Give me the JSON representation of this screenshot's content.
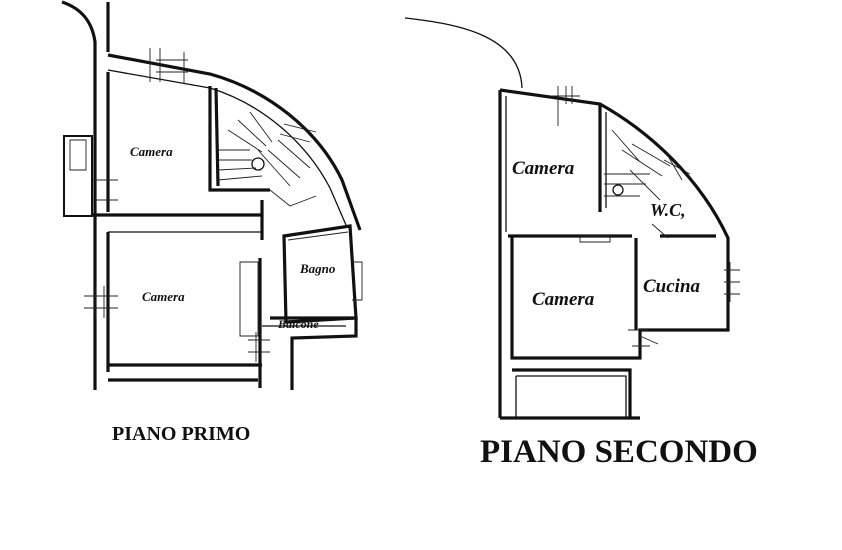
{
  "floor_primo": {
    "title": "PIANO PRIMO",
    "rooms": {
      "camera_top": "Camera",
      "camera_bottom": "Camera",
      "bagno": "Bagno",
      "balcone": "Balcone"
    }
  },
  "floor_secondo": {
    "title": "PIANO SECONDO",
    "rooms": {
      "camera_top": "Camera",
      "camera_bottom": "Camera",
      "wc": "W.C,",
      "cucina": "Cucina"
    }
  }
}
